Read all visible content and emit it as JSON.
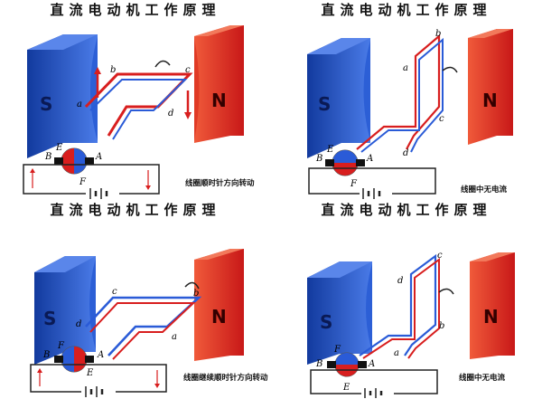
{
  "panels": [
    {
      "title": "直流电动机工作原理",
      "caption": "线圈顺时针方向转动",
      "magnet_left": "S",
      "magnet_right": "N",
      "coil_labels": [
        "a",
        "b",
        "c",
        "d"
      ],
      "commutator_labels": [
        "E",
        "B",
        "A",
        "F"
      ]
    },
    {
      "title": "直流电动机工作原理",
      "caption": "线圈中无电流",
      "magnet_left": "S",
      "magnet_right": "N",
      "coil_labels": [
        "a",
        "b",
        "c",
        "d"
      ],
      "commutator_labels": [
        "E",
        "B",
        "A",
        "F"
      ]
    },
    {
      "title": "直流电动机工作原理",
      "caption": "线圈继续顺时针方向转动",
      "magnet_left": "S",
      "magnet_right": "N",
      "coil_labels": [
        "a",
        "b",
        "c",
        "d"
      ],
      "commutator_labels": [
        "E",
        "B",
        "A",
        "F"
      ]
    },
    {
      "title": "直流电动机工作原理",
      "caption": "线圈中无电流",
      "magnet_left": "S",
      "magnet_right": "N",
      "coil_labels": [
        "a",
        "b",
        "c",
        "d"
      ],
      "commutator_labels": [
        "E",
        "B",
        "A",
        "F"
      ]
    }
  ],
  "colors": {
    "south_pole": "#1f4fc8",
    "north_pole": "#e4281e",
    "coil_red": "#d81e1e",
    "coil_blue": "#2a5bd7",
    "circuit": "#222222"
  }
}
